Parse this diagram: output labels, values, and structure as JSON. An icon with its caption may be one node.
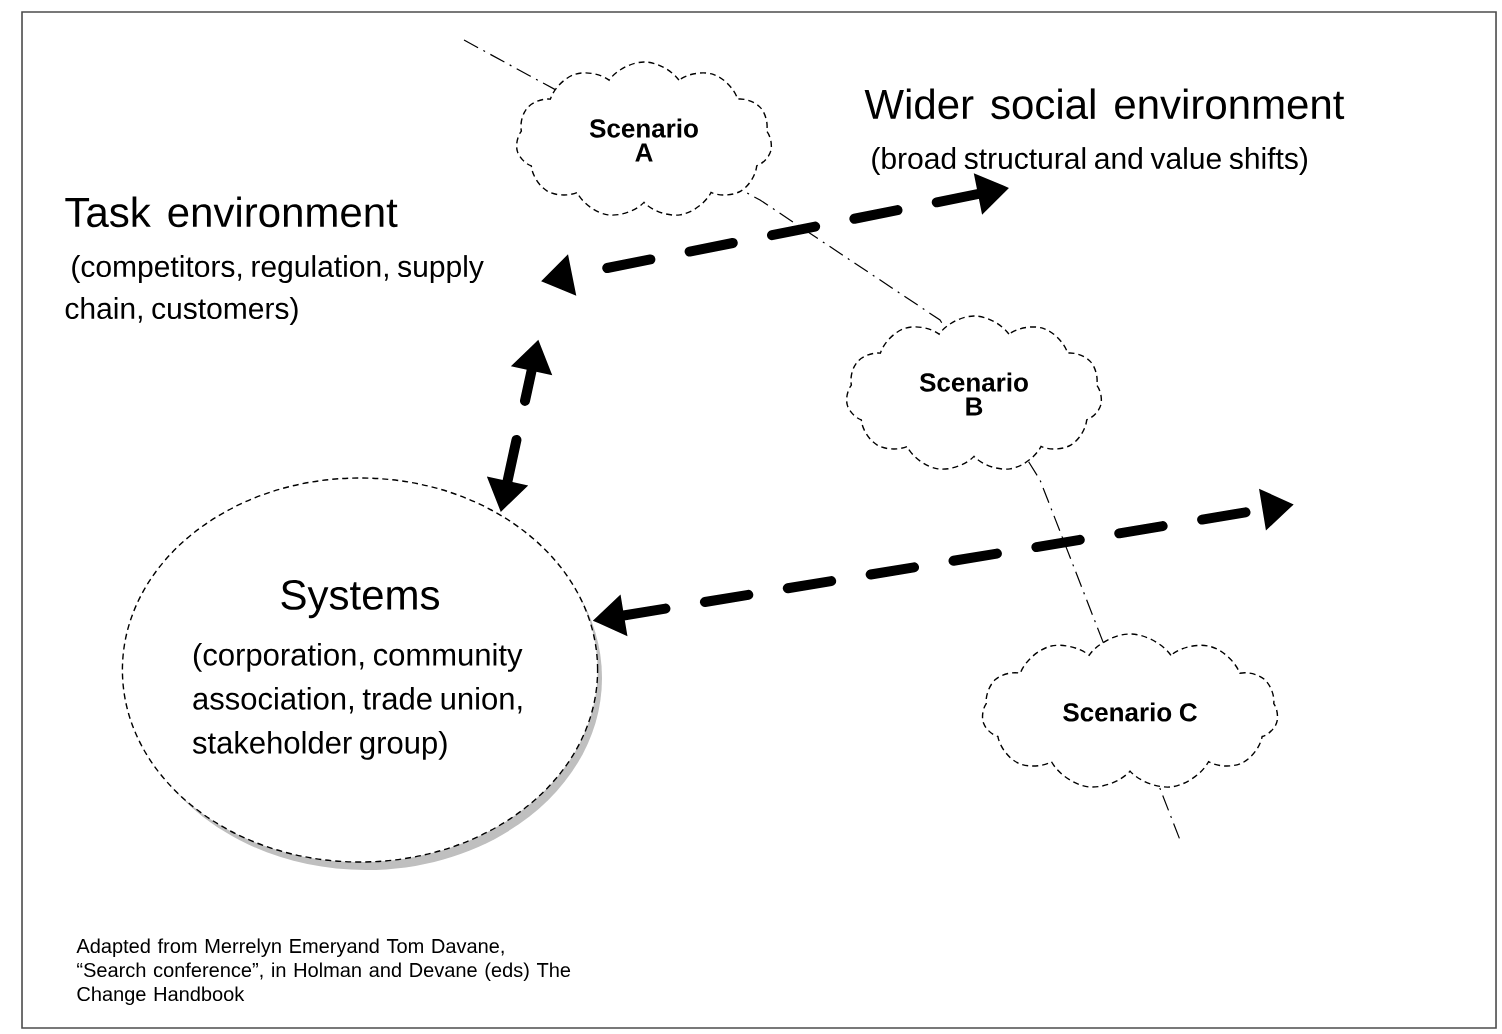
{
  "diagram": {
    "nodes": [
      {
        "text": [
          "Task environment",
          "(competitors, regulation, supply chain, customers)"
        ]
      },
      {
        "text": [
          "Wider social environment",
          "(broad structural and value shifts)"
        ]
      },
      {
        "text": [
          "Scenario A"
        ]
      },
      {
        "text": [
          "Scenario B"
        ]
      },
      {
        "text": [
          "Scenario C"
        ]
      },
      {
        "text": [
          "Systems",
          "(corporation, community association, trade union, stakeholder group)"
        ]
      }
    ],
    "edges": [
      {
        "from": 5,
        "to": 0,
        "arrow": "both",
        "style": "dashed"
      },
      {
        "from": 1,
        "to": 0,
        "arrow": "both",
        "style": "dashed"
      },
      {
        "from": 5,
        "to": null,
        "arrow": "both",
        "style": "dashed"
      }
    ],
    "labels": [
      "Adapted from Merrelyn Emeryand Tom Davane, “Search conference”, in Holman and Devane (eds) The Change Handbook"
    ]
  }
}
